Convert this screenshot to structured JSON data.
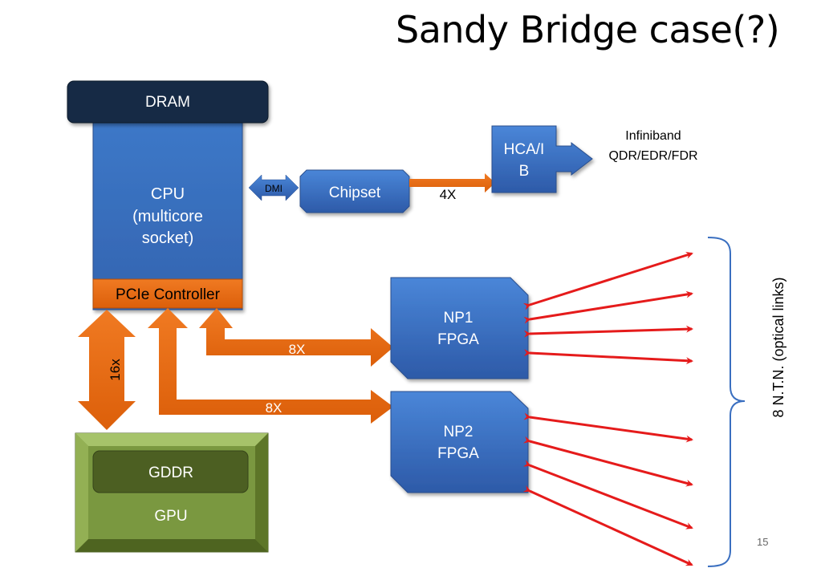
{
  "slide": {
    "title": "Sandy Bridge case(?)",
    "page_number": "15"
  },
  "diagram": {
    "dram": "DRAM",
    "cpu": [
      "CPU",
      "(multicore",
      "socket)"
    ],
    "pcie": "PCIe Controller",
    "dmi": "DMI",
    "chipset": "Chipset",
    "chipset_link": "4X",
    "hca": [
      "HCA/I",
      "B"
    ],
    "infiniband": [
      "Infiniband",
      "QDR/EDR/FDR"
    ],
    "gpu_link": "16x",
    "np1_link": "8X",
    "np2_link": "8X",
    "np1": [
      "NP1",
      "FPGA"
    ],
    "np2": [
      "NP2",
      "FPGA"
    ],
    "gddr": "GDDR",
    "gpu": "GPU",
    "optical_label": "8 N.T.N. (optical links)"
  },
  "colors": {
    "blue": "#3a6fc0",
    "dark_navy": "#142a44",
    "orange": "#ea6a12",
    "red_arrow": "#e51b1b",
    "gpu_green": "#7c9a3e",
    "gddr_green": "#4c5f22"
  }
}
